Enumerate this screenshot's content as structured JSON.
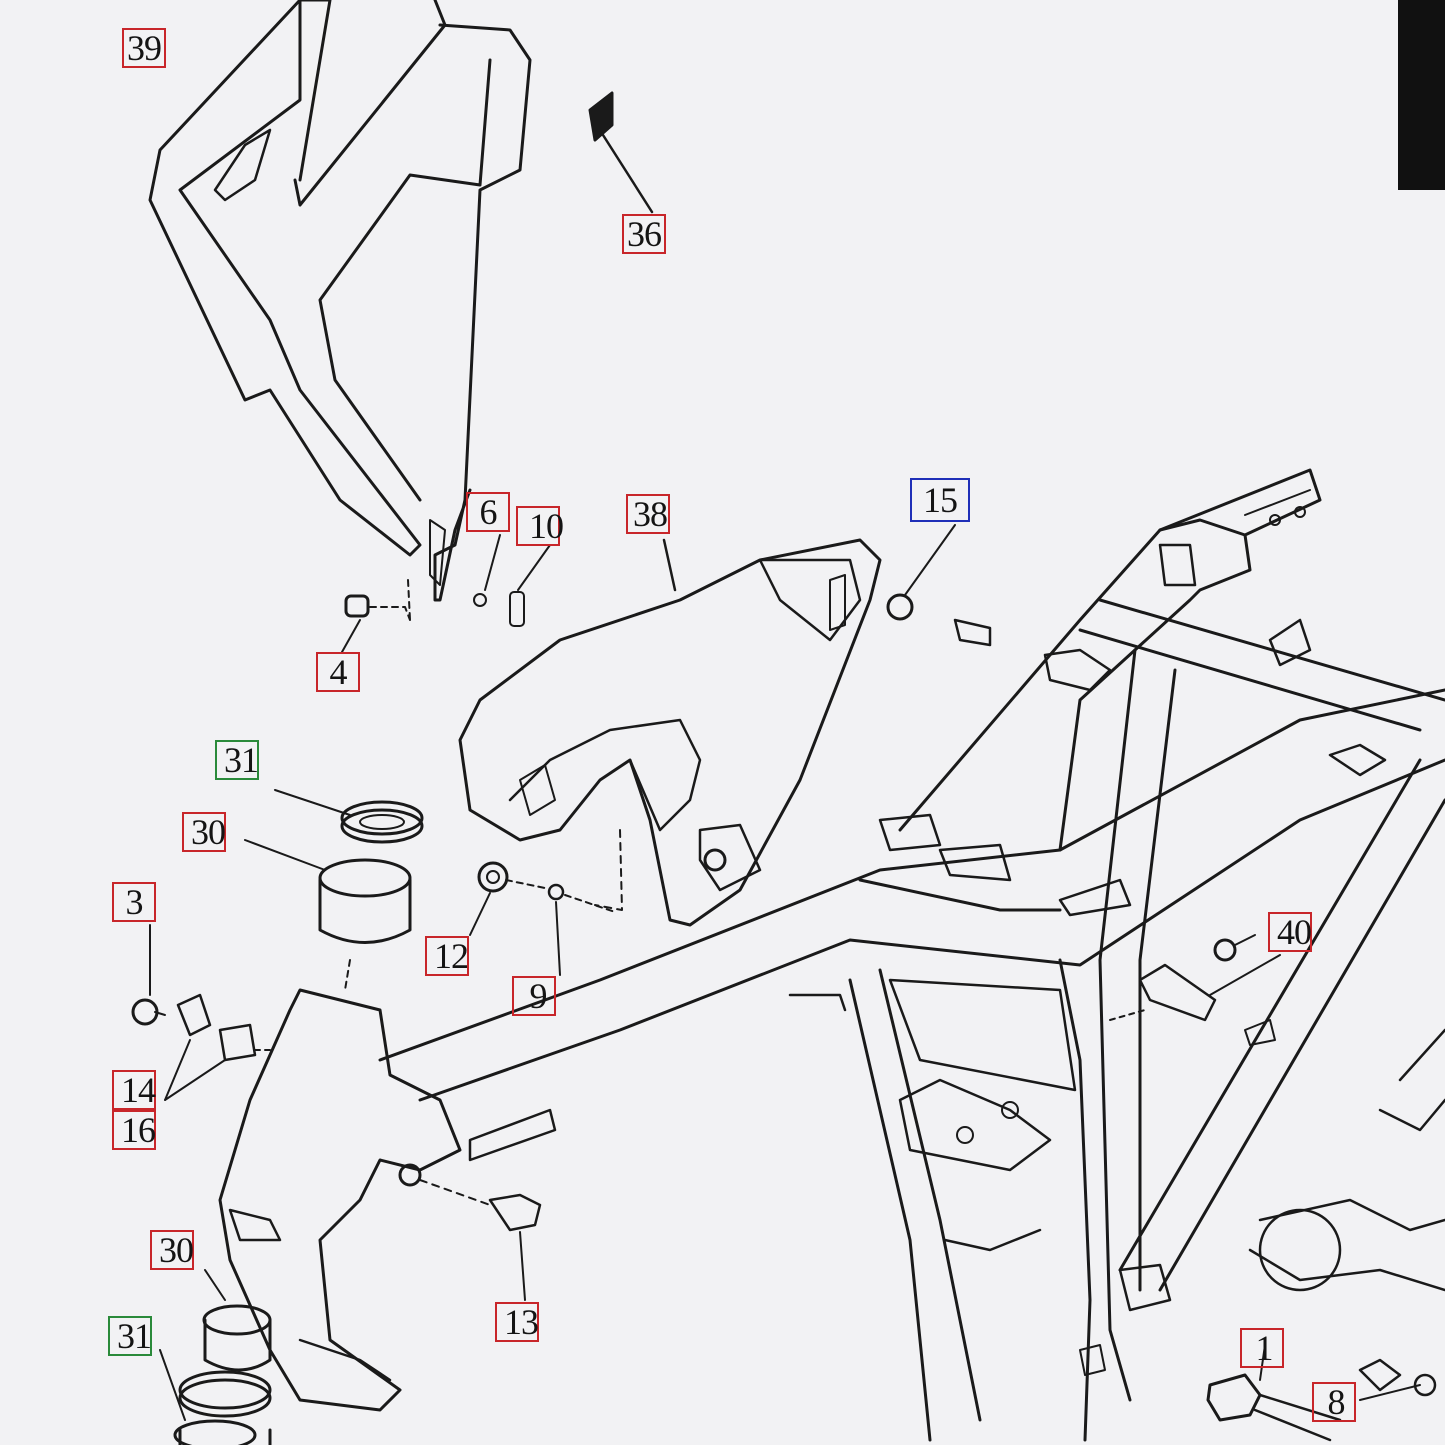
{
  "diagram": {
    "callouts": [
      {
        "id": "c39",
        "label": "39",
        "color": "red"
      },
      {
        "id": "c36",
        "label": "36",
        "color": "red"
      },
      {
        "id": "c6",
        "label": "6",
        "color": "red"
      },
      {
        "id": "c10",
        "label": "10",
        "color": "red"
      },
      {
        "id": "c38",
        "label": "38",
        "color": "red"
      },
      {
        "id": "c15",
        "label": "15",
        "color": "blue"
      },
      {
        "id": "c4",
        "label": "4",
        "color": "red"
      },
      {
        "id": "c31a",
        "label": "31",
        "color": "green"
      },
      {
        "id": "c30a",
        "label": "30",
        "color": "red"
      },
      {
        "id": "c3",
        "label": "3",
        "color": "red"
      },
      {
        "id": "c12",
        "label": "12",
        "color": "red"
      },
      {
        "id": "c9",
        "label": "9",
        "color": "red"
      },
      {
        "id": "c14",
        "label": "14",
        "color": "red"
      },
      {
        "id": "c16",
        "label": "16",
        "color": "red"
      },
      {
        "id": "c40",
        "label": "40",
        "color": "red"
      },
      {
        "id": "c30b",
        "label": "30",
        "color": "red"
      },
      {
        "id": "c13",
        "label": "13",
        "color": "red"
      },
      {
        "id": "c31b",
        "label": "31",
        "color": "green"
      },
      {
        "id": "c1",
        "label": "1",
        "color": "red"
      },
      {
        "id": "c8",
        "label": "8",
        "color": "red"
      }
    ],
    "colors": {
      "background": "#f2f2f4",
      "line": "#1a1a1a",
      "callout_red": "#c8262a",
      "callout_green": "#2a8a3a",
      "callout_blue": "#1f2fb8"
    }
  }
}
